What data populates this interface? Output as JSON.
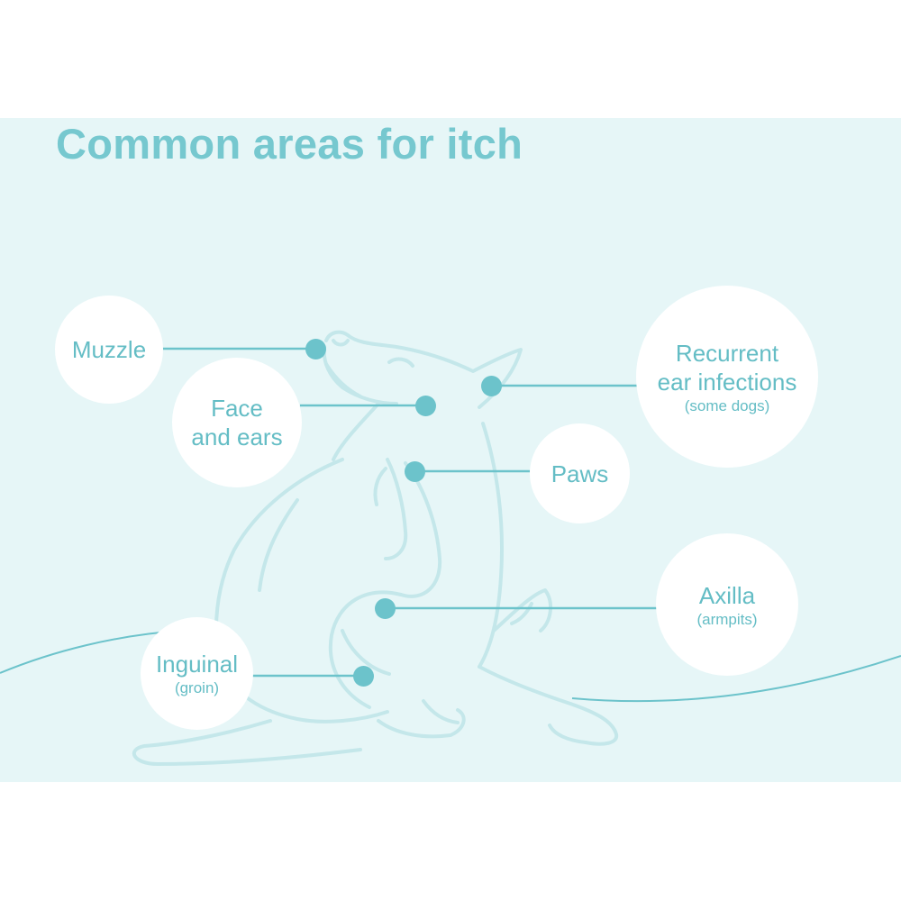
{
  "title": "Common areas for itch",
  "colors": {
    "background": "#e6f6f7",
    "accent": "#76c8cf",
    "dog_outline": "#c4e7ea",
    "label_text": "#64bdc5",
    "dot": "#6cc3cb"
  },
  "areas": [
    {
      "id": "muzzle",
      "label": "Muzzle",
      "sub": ""
    },
    {
      "id": "face-and-ears",
      "label_lines": [
        "Face",
        "and ears"
      ],
      "sub": ""
    },
    {
      "id": "recurrent-ear-infections",
      "label_lines": [
        "Recurrent",
        "ear infections"
      ],
      "sub": "(some dogs)"
    },
    {
      "id": "paws",
      "label": "Paws",
      "sub": ""
    },
    {
      "id": "axilla",
      "label": "Axilla",
      "sub": "(armpits)"
    },
    {
      "id": "inguinal",
      "label": "Inguinal",
      "sub": "(groin)"
    }
  ],
  "icons": {
    "illustration": "scratching-dog-outline"
  }
}
